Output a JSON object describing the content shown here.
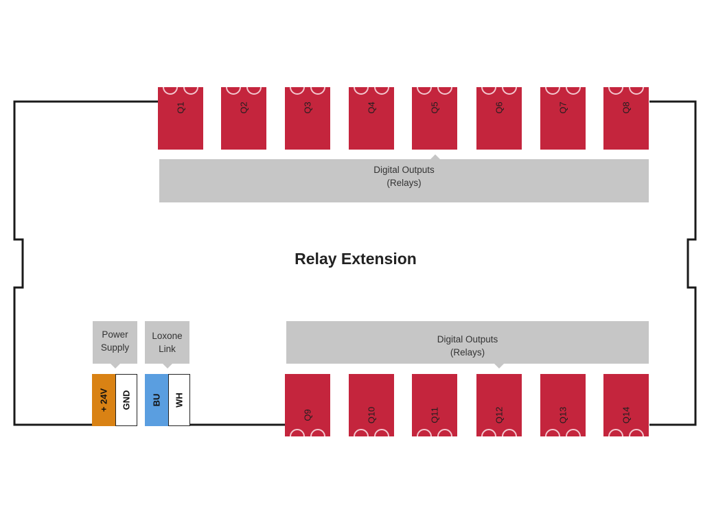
{
  "title": "Relay Extension",
  "top_group": {
    "line1": "Digital Outputs",
    "line2": "(Relays)"
  },
  "bottom_group": {
    "line1": "Digital Outputs",
    "line2": "(Relays)"
  },
  "top_outputs": [
    "Q1",
    "Q2",
    "Q3",
    "Q4",
    "Q5",
    "Q6",
    "Q7",
    "Q8"
  ],
  "bottom_outputs": [
    "Q9",
    "Q10",
    "Q11",
    "Q12",
    "Q13",
    "Q14"
  ],
  "power_supply": {
    "line1": "Power",
    "line2": "Supply",
    "pins": [
      {
        "label": "+ 24V",
        "color": "#d98214"
      },
      {
        "label": "GND",
        "color": "#ffffff"
      }
    ]
  },
  "loxone_link": {
    "line1": "Loxone",
    "line2": "Link",
    "pins": [
      {
        "label": "BU",
        "color": "#5a9ee0"
      },
      {
        "label": "WH",
        "color": "#ffffff"
      }
    ]
  },
  "colors": {
    "relay_terminal": "#c4253d",
    "group_bar": "#c6c6c6",
    "outline": "#1a1a1a"
  }
}
